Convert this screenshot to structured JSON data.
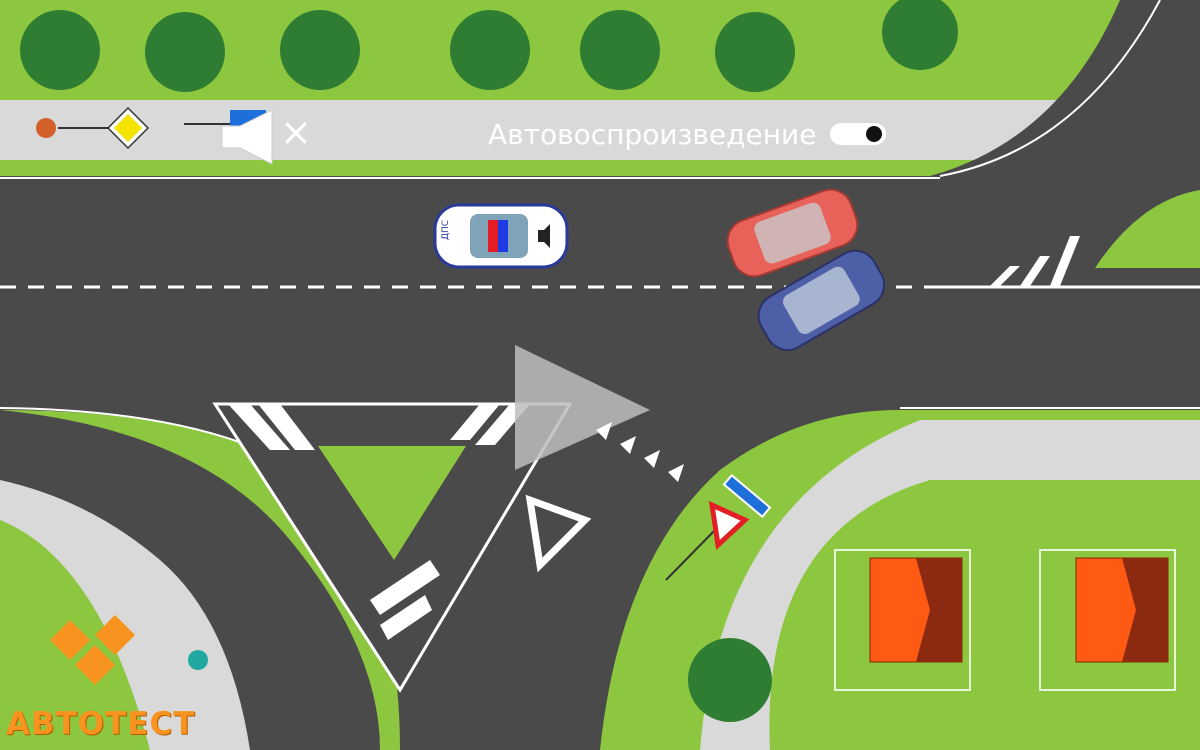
{
  "hud": {
    "autoplay_label": "Автовоспроизведение",
    "autoplay_on": true,
    "mute_icon": "speaker-muted-icon",
    "close_glyph": "×"
  },
  "police_car": {
    "label": "ДПС"
  },
  "brand": {
    "text": "АВТОТЕСТ",
    "color": "#f7931e"
  },
  "colors": {
    "grass": "#8dc63f",
    "asphalt": "#4a4a4a",
    "sidewalk": "#d9d9d9",
    "red_car": "#e8625a",
    "blue_car": "#4d5fa6",
    "roof": "#ff5a14"
  },
  "signs": {
    "priority_road": "priority-road-sign",
    "yield": "yield-sign"
  }
}
